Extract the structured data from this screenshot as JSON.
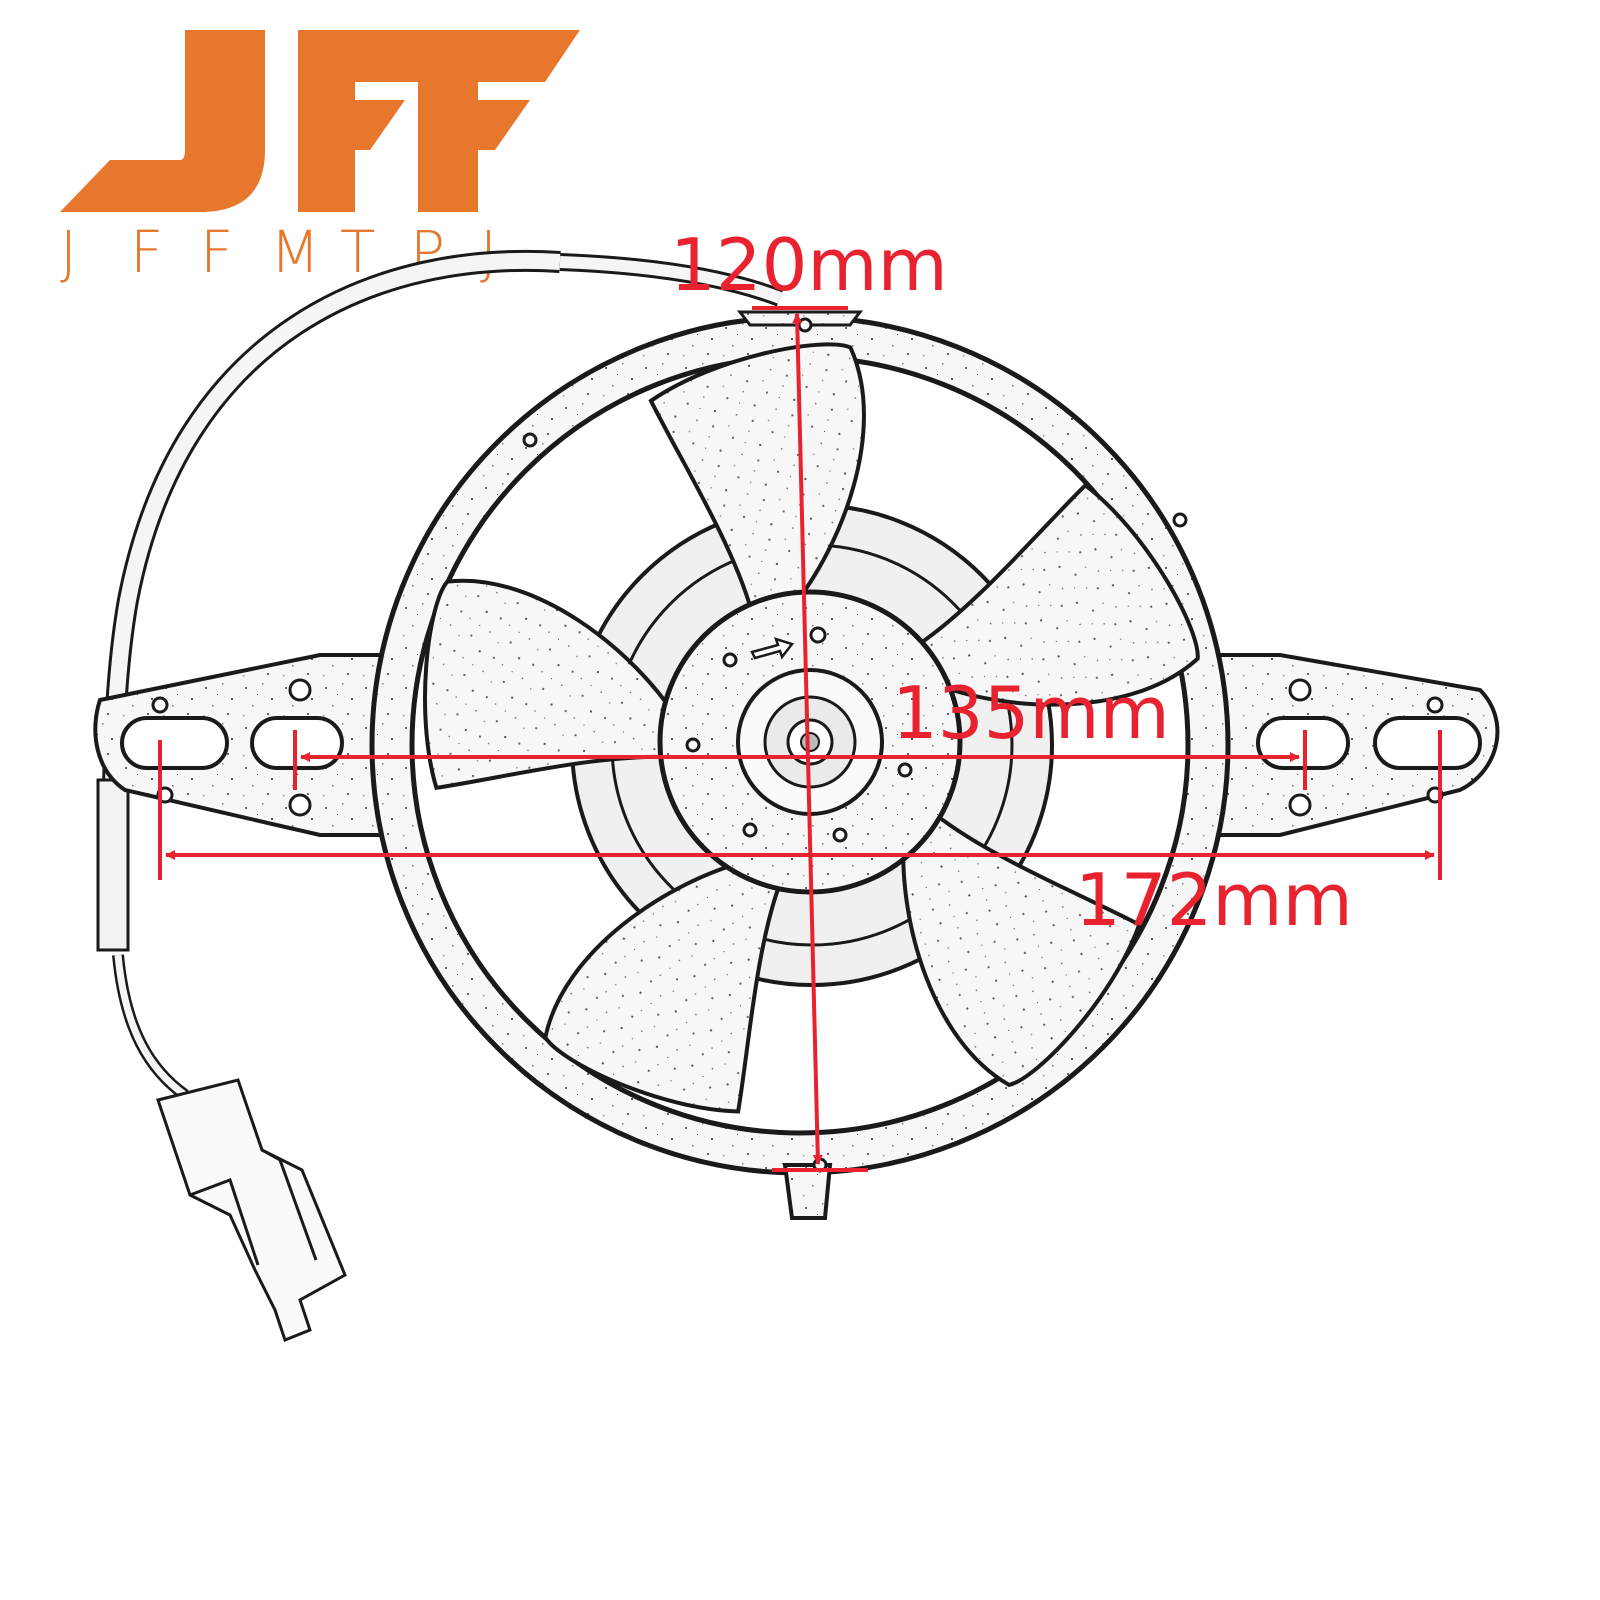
{
  "logo": {
    "mark": "JFF",
    "wordmark": "JFFMTPJ",
    "color": "#E8772E"
  },
  "dimensions": {
    "height_label": "120mm",
    "inner_spacing_label": "135mm",
    "overall_width_label": "172mm",
    "color": "#E8222E"
  },
  "drawing": {
    "line_color": "#1a1a1a",
    "blade_count": 5
  }
}
